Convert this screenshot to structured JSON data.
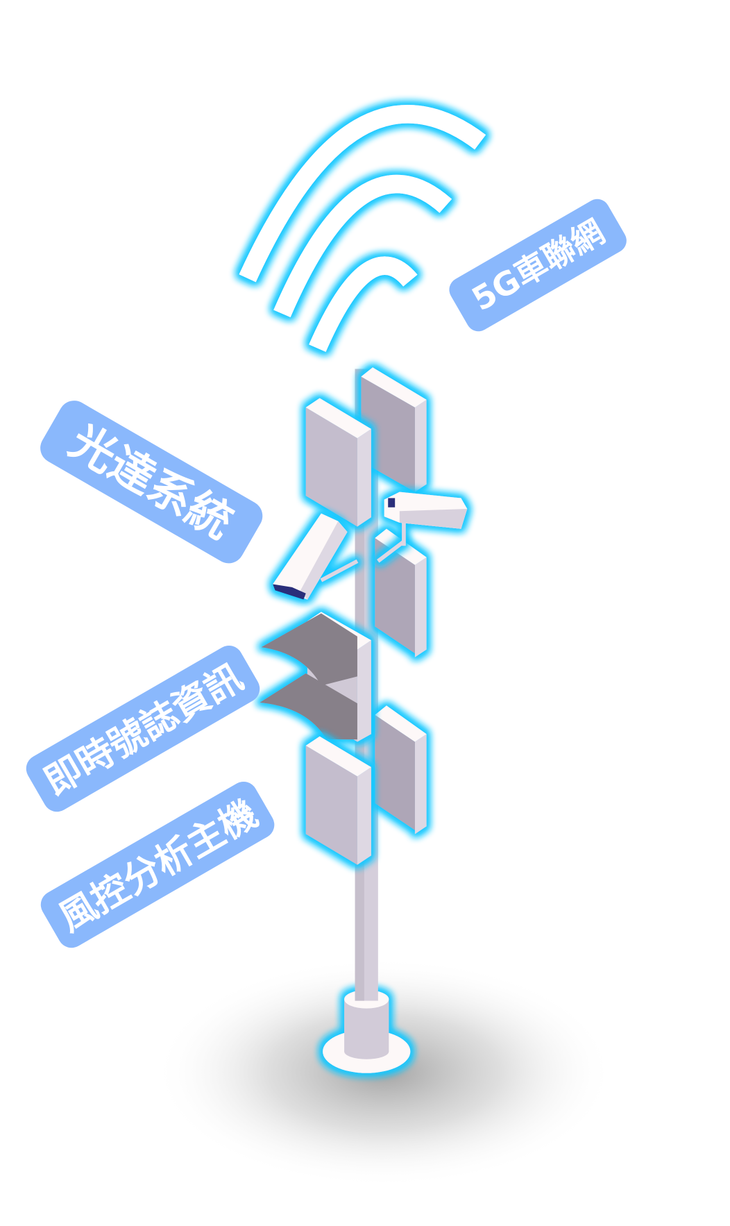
{
  "labels": {
    "network": "5G車聯網",
    "lidar": "光達系統",
    "signal": "即時號誌資訊",
    "host": "風控分析主機"
  },
  "colors": {
    "label_bg": "#8ab8fc",
    "glow": "#19c8ff",
    "panel_front": "#c4bdcd",
    "panel_side": "#ded8e3",
    "panel_top": "#fdf8f8",
    "panel_back": "#aea6b7",
    "signal_hood": "#878089",
    "camera_lens": "#2a2f7a"
  }
}
